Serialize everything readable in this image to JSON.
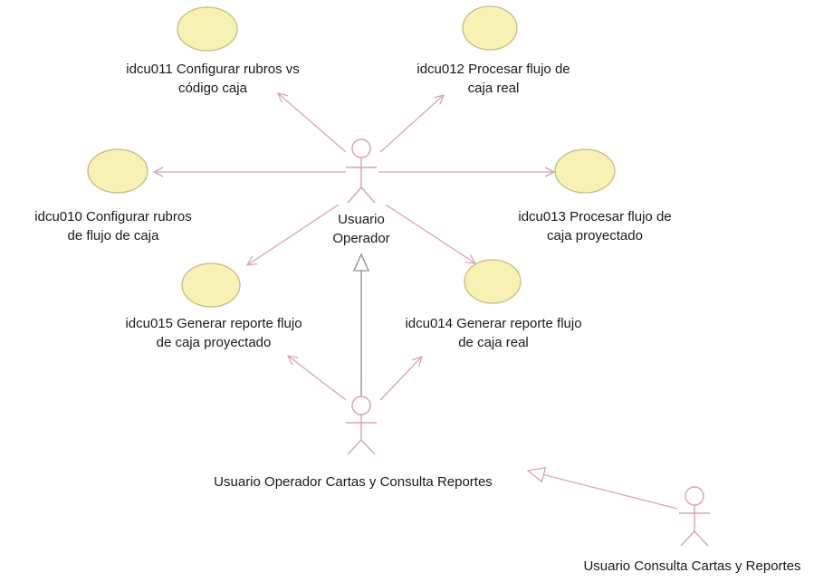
{
  "colors": {
    "usecase_fill": "#f7f1b4",
    "usecase_stroke": "#c4bd80",
    "association_line": "#d6a6b0",
    "actor_stroke": "#d2a5ad",
    "generalization_line": "#8f8f8f",
    "text": "#1a1a1a"
  },
  "use_cases": [
    {
      "id": "uc011",
      "lines": [
        "idcu011 Configurar rubros vs",
        "código caja"
      ]
    },
    {
      "id": "uc012",
      "lines": [
        "idcu012 Procesar flujo de",
        "caja real"
      ]
    },
    {
      "id": "uc010",
      "lines": [
        "idcu010 Configurar rubros",
        "de flujo de caja"
      ]
    },
    {
      "id": "uc013",
      "lines": [
        "idcu013 Procesar flujo de",
        "caja proyectado"
      ]
    },
    {
      "id": "uc015",
      "lines": [
        "idcu015 Generar reporte flujo",
        "de caja proyectado"
      ]
    },
    {
      "id": "uc014",
      "lines": [
        "idcu014 Generar reporte flujo",
        "de caja real"
      ]
    }
  ],
  "actors": [
    {
      "id": "operador",
      "lines": [
        "Usuario",
        "Operador"
      ]
    },
    {
      "id": "cartas",
      "lines": [
        "Usuario Operador Cartas y Consulta Reportes"
      ]
    },
    {
      "id": "consulta",
      "lines": [
        "Usuario Consulta Cartas y Reportes"
      ]
    }
  ]
}
